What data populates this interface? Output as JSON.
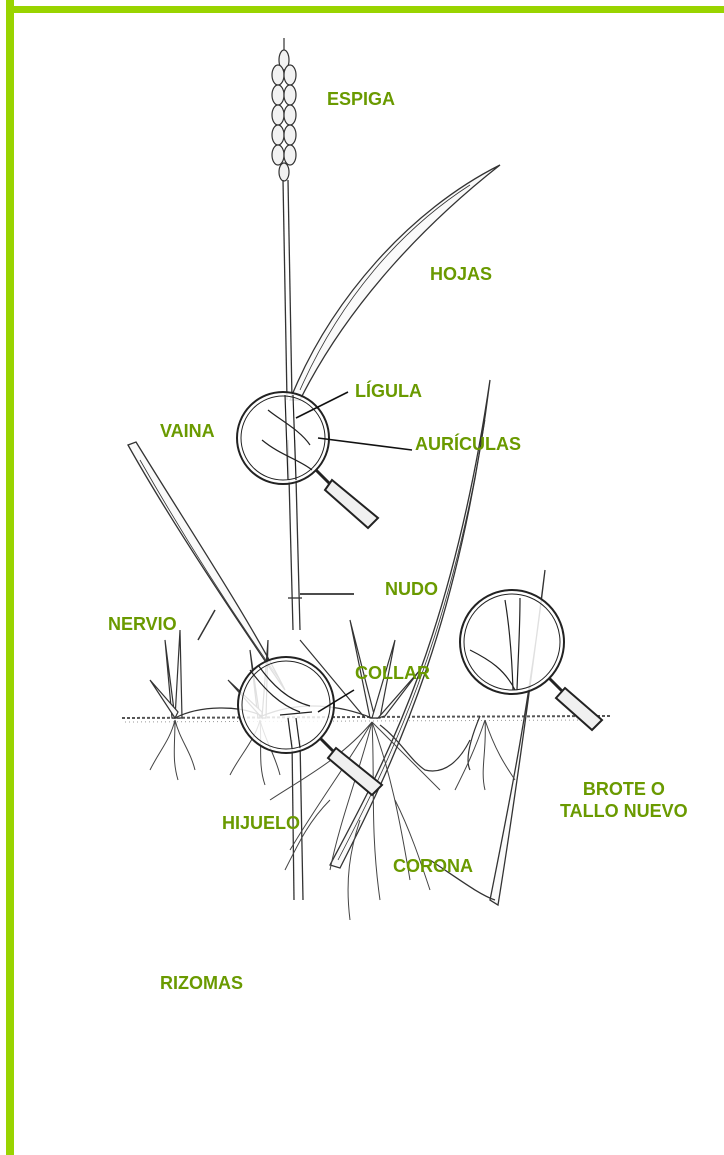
{
  "colors": {
    "frame": "#99d400",
    "label": "#6a9a00",
    "ink": "#222222"
  },
  "labels": {
    "espiga": "ESPIGA",
    "hojas": "HOJAS",
    "ligula": "LÍGULA",
    "vaina": "VAINA",
    "auriculas": "AURÍCULAS",
    "nudo": "NUDO",
    "nervio": "NERVIO",
    "collar": "COLLAR",
    "brote_line1": "BROTE O",
    "brote_line2": "TALLO NUEVO",
    "hijuelo": "HIJUELO",
    "corona": "CORONA",
    "rizomas": "RIZOMAS"
  }
}
